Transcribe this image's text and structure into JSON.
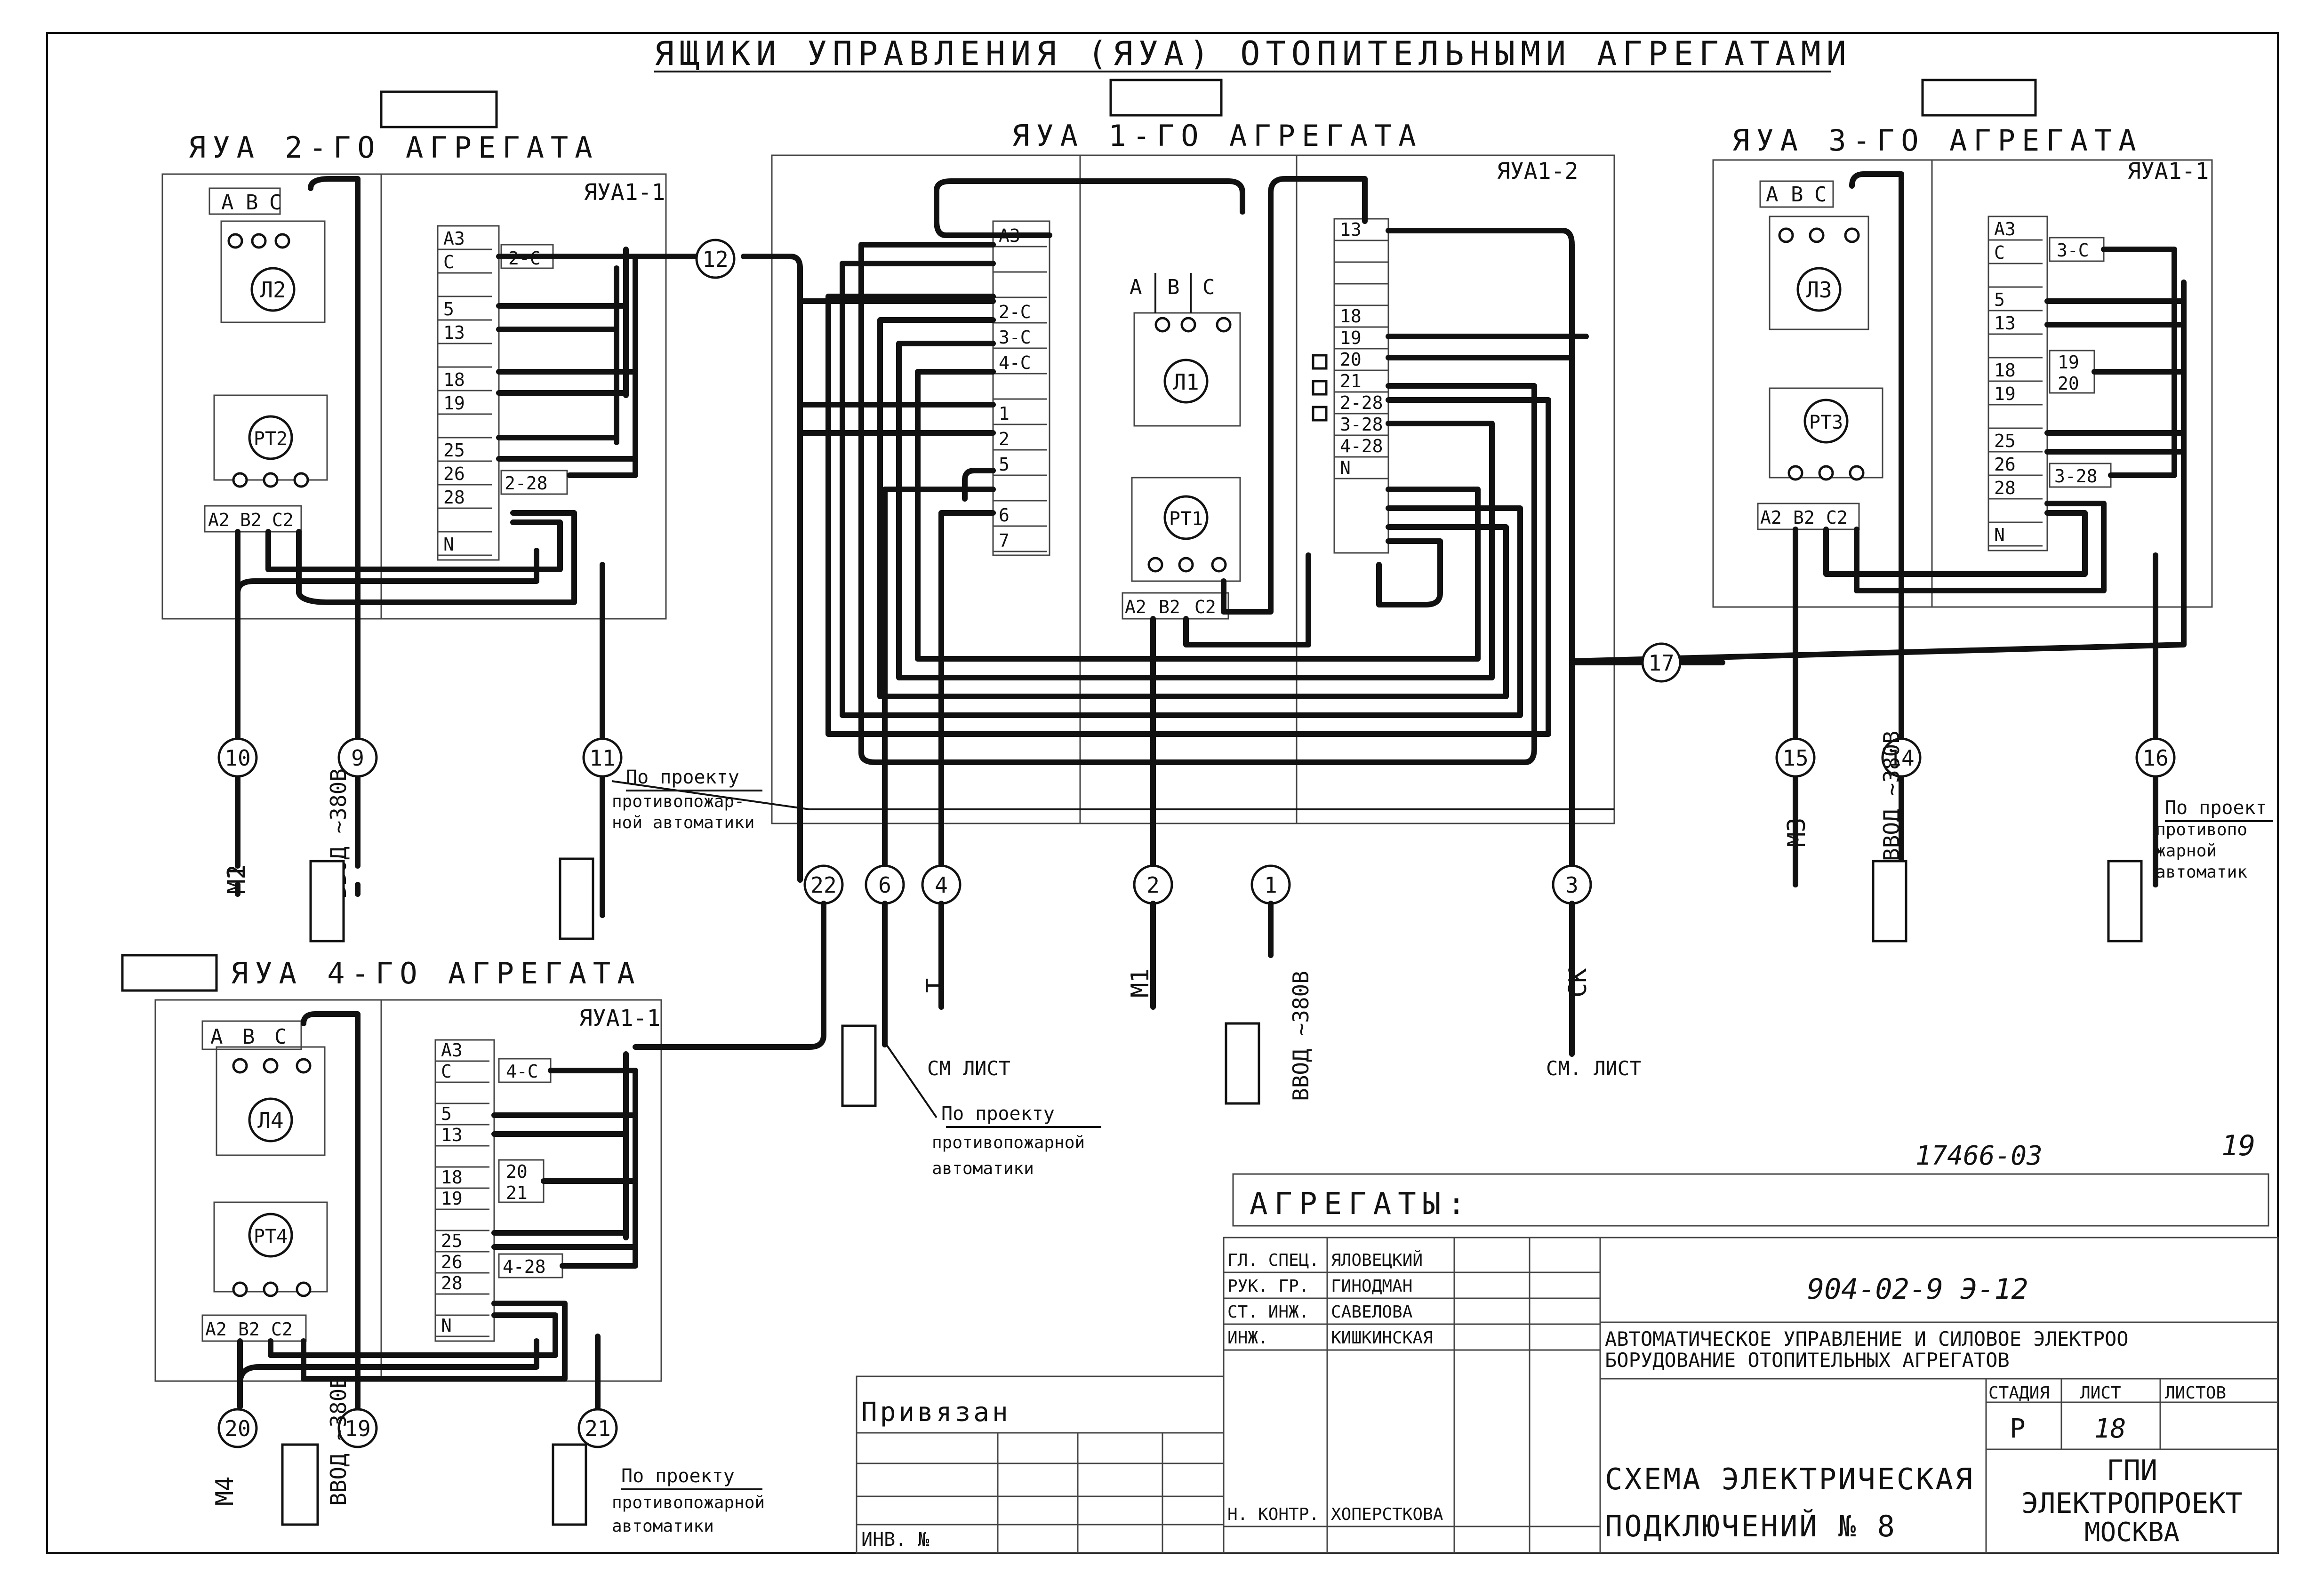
{
  "sheet": {
    "title": "ЯЩИКИ УПРАВЛЕНИЯ (ЯУА) ОТОПИТЕЛЬНЫМИ АГРЕГАТАМИ",
    "doc_number": "17466-03",
    "page_number": "19"
  },
  "units": {
    "u1": {
      "title": "ЯУА 1-ГО АГРЕГАТА",
      "left_box": "",
      "right_box": "ЯУА1-2",
      "motor": "Л1",
      "relay": "РТ1",
      "terminals_a": [
        "А3",
        "",
        "",
        "2-С",
        "3-С",
        "4-С",
        "",
        "1",
        "2",
        "5",
        "",
        "6",
        "7"
      ],
      "terminals_b": [
        "13",
        "",
        "",
        "",
        "18",
        "19",
        "20",
        "21",
        "2-28",
        "3-28",
        "4-28",
        "N"
      ]
    },
    "u2": {
      "title": "ЯУА 2-ГО АГРЕГАТА",
      "box": "ЯУА1-1",
      "motor": "Л2",
      "relay": "РТ2",
      "terminals": [
        "А3",
        "С",
        "",
        "5",
        "13",
        "",
        "18",
        "19",
        "",
        "25",
        "26",
        "28",
        "",
        "N"
      ],
      "right_labels": [
        "2-С",
        "2-28"
      ]
    },
    "u3": {
      "title": "ЯУА 3-ГО АГРЕГАТА",
      "box": "ЯУА1-1",
      "motor": "Л3",
      "relay": "РТ3",
      "terminals": [
        "А3",
        "С",
        "",
        "5",
        "13",
        "",
        "18",
        "19",
        "",
        "25",
        "26",
        "28",
        "",
        "N"
      ],
      "right_labels": [
        "3-С",
        "19",
        "20",
        "3-28"
      ]
    },
    "u4": {
      "title": "ЯУА 4-ГО АГРЕГАТА",
      "box": "ЯУА1-1",
      "motor": "Л4",
      "relay": "РТ4",
      "terminals": [
        "А3",
        "С",
        "",
        "5",
        "13",
        "",
        "18",
        "19",
        "",
        "25",
        "26",
        "28",
        "",
        "N"
      ],
      "right_labels": [
        "4-С",
        "20",
        "21",
        "4-28"
      ]
    }
  },
  "phase_labels": {
    "top": [
      "А",
      "В",
      "С"
    ],
    "bottom": [
      "А2",
      "В2",
      "С2"
    ]
  },
  "cables": [
    {
      "id": "1",
      "label": "ВВОД ~380В"
    },
    {
      "id": "2",
      "label": "М1"
    },
    {
      "id": "3",
      "label": "СК"
    },
    {
      "id": "4",
      "label": "Т"
    },
    {
      "id": "6",
      "label": ""
    },
    {
      "id": "9",
      "label": "ВВОД ~380В"
    },
    {
      "id": "10",
      "label": "М2"
    },
    {
      "id": "11",
      "label": ""
    },
    {
      "id": "12",
      "label": ""
    },
    {
      "id": "14",
      "label": "ВВОД ~380В"
    },
    {
      "id": "15",
      "label": "М3"
    },
    {
      "id": "16",
      "label": ""
    },
    {
      "id": "17",
      "label": ""
    },
    {
      "id": "19",
      "label": "ВВОД ~380В"
    },
    {
      "id": "20",
      "label": "М4"
    },
    {
      "id": "21",
      "label": ""
    },
    {
      "id": "22",
      "label": ""
    }
  ],
  "notes": {
    "fire_a": [
      "По проекту",
      "противопожар-",
      "ной автоматики"
    ],
    "fire_b": [
      "По проекту",
      "противопожарной",
      "автоматики"
    ],
    "fire_c": [
      "По проекту",
      "противопожарной",
      "автоматики"
    ],
    "fire_d": [
      "По проект",
      "противопо",
      "жарной",
      "автоматик"
    ],
    "see_sheet_1": "СМ ЛИСТ",
    "see_sheet_2": "СМ. ЛИСТ"
  },
  "title_block": {
    "aggregates": "АГРЕГАТЫ:",
    "roles": [
      "ГЛ. СПЕЦ.",
      "РУК. ГР.",
      "СТ. ИНЖ.",
      "ИНЖ.",
      "Н. КОНТР."
    ],
    "names": [
      "ЯЛОВЕЦКИЙ",
      "ГИНОДМАН",
      "САВЕЛОВА",
      "КИШКИНСКАЯ",
      "ХОПЕРСТКОВА"
    ],
    "code": "904-02-9     Э-12",
    "project_line1": "АВТОМАТИЧЕСКОЕ УПРАВЛЕНИЕ И СИЛОВОЕ ЭЛЕКТРОО",
    "project_line2": "БОРУДОВАНИЕ ОТОПИТЕЛЬНЫХ АГРЕГАТОВ",
    "stage_header": "СТАДИЯ",
    "sheet_header": "ЛИСТ",
    "sheets_header": "ЛИСТОВ",
    "stage": "Р",
    "sheet": "18",
    "drawing_title_1": "СХЕМА ЭЛЕКТРИЧЕСКАЯ",
    "drawing_title_2": "ПОДКЛЮЧЕНИЙ № 8",
    "org_1": "ГПИ",
    "org_2": "ЭЛЕКТРОПРОЕКТ",
    "org_3": "МОСКВА",
    "bound": "Привязан",
    "inv": "ИНВ. №"
  }
}
